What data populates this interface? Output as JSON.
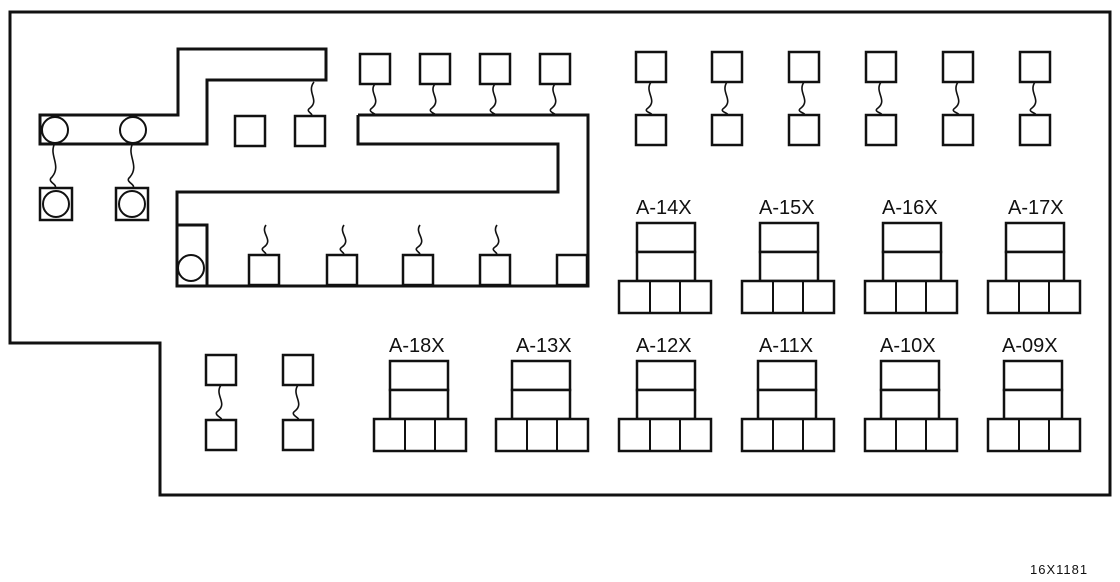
{
  "diagram": {
    "relay_labels": {
      "a14x": "A-14X",
      "a15x": "A-15X",
      "a16x": "A-16X",
      "a17x": "A-17X",
      "a18x": "A-18X",
      "a13x": "A-13X",
      "a12x": "A-12X",
      "a11x": "A-11X",
      "a10x": "A-10X",
      "a09x": "A-09X"
    },
    "figure_code": "16X1181"
  }
}
